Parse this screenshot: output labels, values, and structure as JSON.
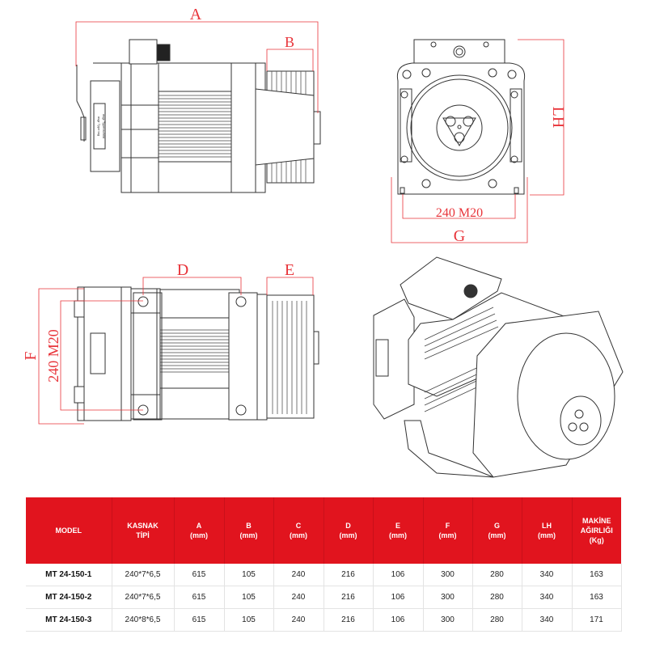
{
  "drawings": {
    "side_view": {
      "labels": {
        "a": "A",
        "b": "B"
      },
      "plate_text": [
        "asgr Typenschild",
        "asgr Type tag"
      ]
    },
    "front_view": {
      "labels": {
        "lh": "LH",
        "bolt": "240 M20",
        "g": "G"
      }
    },
    "top_view": {
      "labels": {
        "d": "D",
        "e": "E",
        "f": "F",
        "bolt": "240 M20"
      }
    },
    "iso_view": {},
    "dim_color": "#e8343a"
  },
  "table": {
    "header_color": "#e1141e",
    "columns": [
      {
        "lines": [
          "MODEL"
        ]
      },
      {
        "lines": [
          "KASNAK",
          "TİPİ"
        ]
      },
      {
        "lines": [
          "A",
          "(mm)"
        ]
      },
      {
        "lines": [
          "B",
          "(mm)"
        ]
      },
      {
        "lines": [
          "C",
          "(mm)"
        ]
      },
      {
        "lines": [
          "D",
          "(mm)"
        ]
      },
      {
        "lines": [
          "E",
          "(mm)"
        ]
      },
      {
        "lines": [
          "F",
          "(mm)"
        ]
      },
      {
        "lines": [
          "G",
          "(mm)"
        ]
      },
      {
        "lines": [
          "LH",
          "(mm)"
        ]
      },
      {
        "lines": [
          "MAKİNE",
          "AĞIRLIĞI",
          "(Kg)"
        ]
      }
    ],
    "rows": [
      [
        "MT 24-150-1",
        "240*7*6,5",
        "615",
        "105",
        "240",
        "216",
        "106",
        "300",
        "280",
        "340",
        "163"
      ],
      [
        "MT 24-150-2",
        "240*7*6,5",
        "615",
        "105",
        "240",
        "216",
        "106",
        "300",
        "280",
        "340",
        "163"
      ],
      [
        "MT 24-150-3",
        "240*8*6,5",
        "615",
        "105",
        "240",
        "216",
        "106",
        "300",
        "280",
        "340",
        "171"
      ]
    ]
  }
}
